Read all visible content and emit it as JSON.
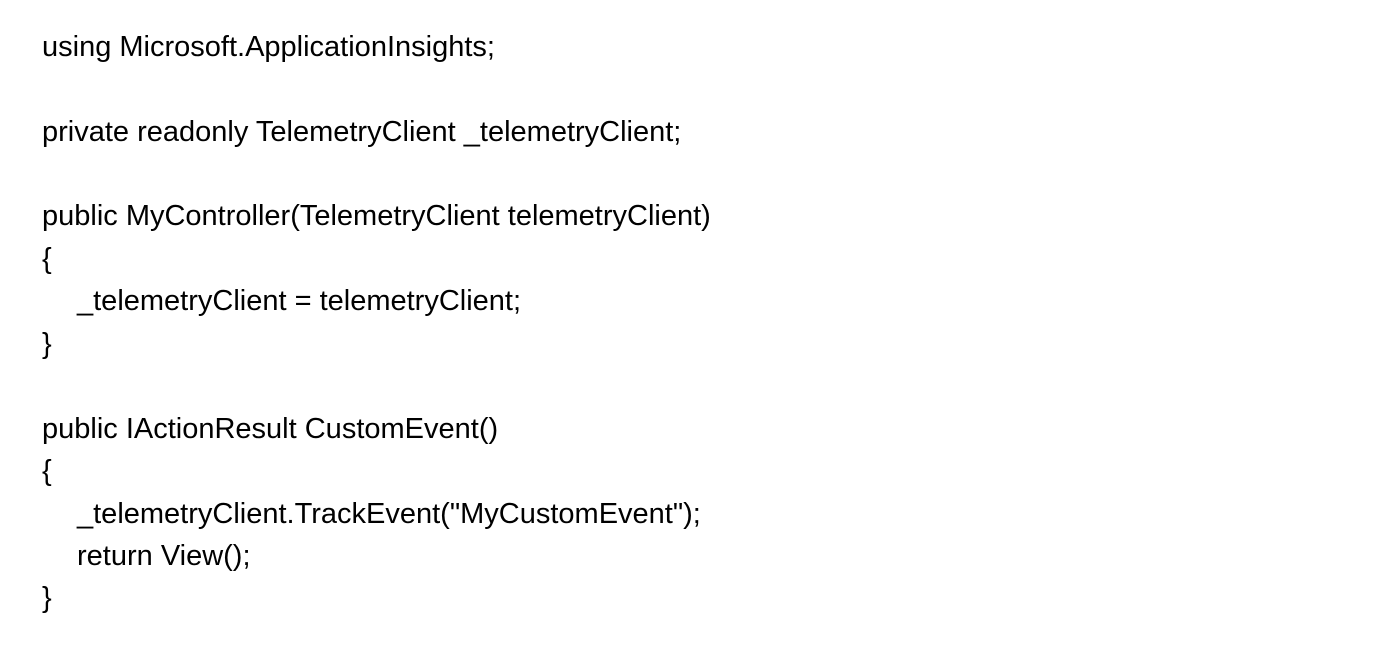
{
  "code": {
    "lines": [
      "using Microsoft.ApplicationInsights;",
      "private readonly TelemetryClient _telemetryClient;",
      "public MyController(TelemetryClient telemetryClient)",
      "{",
      "_telemetryClient = telemetryClient;",
      "}",
      "public IActionResult CustomEvent()",
      "{",
      "_telemetryClient.TrackEvent(\"MyCustomEvent\");",
      "return View();",
      "}"
    ]
  }
}
